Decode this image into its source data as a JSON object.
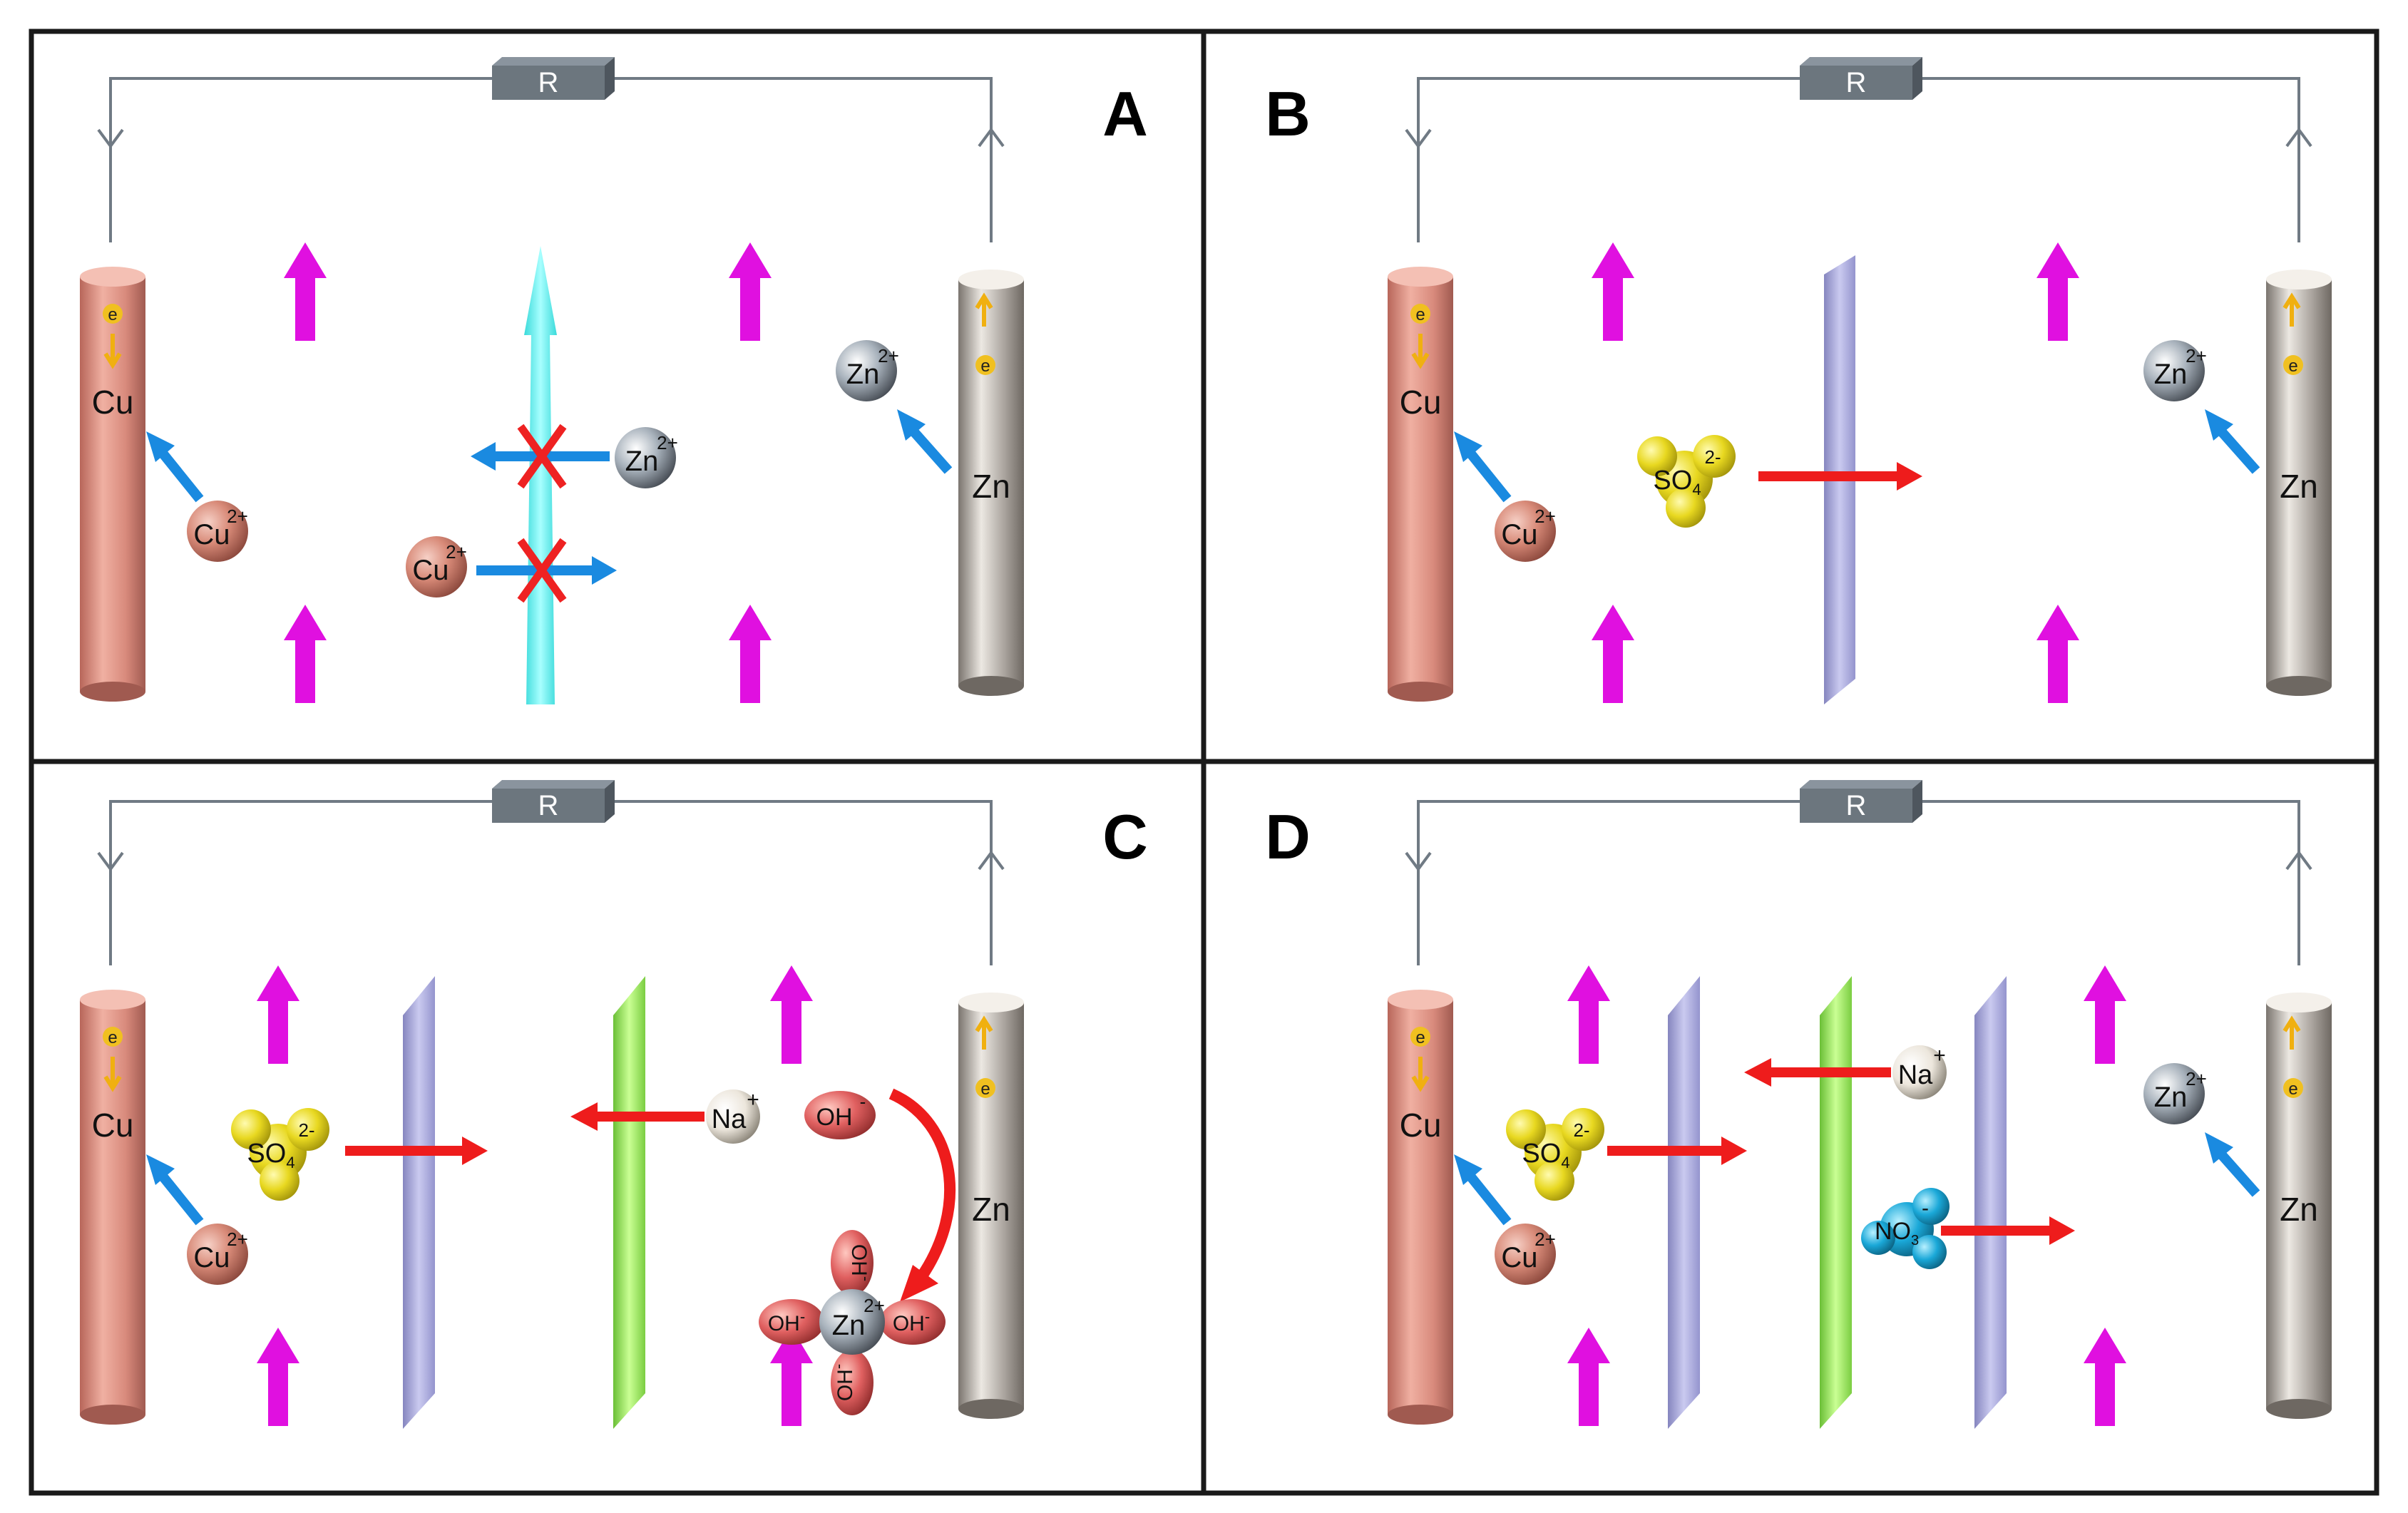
{
  "panels": [
    {
      "id": "A",
      "letter": "A",
      "resistor": "R",
      "cathode": "Cu",
      "anode": "Zn",
      "electron": "e",
      "ions": {
        "cu": "Cu",
        "cu_charge": "2+",
        "zn": "Zn",
        "zn_charge": "2+"
      }
    },
    {
      "id": "B",
      "letter": "B",
      "resistor": "R",
      "cathode": "Cu",
      "anode": "Zn",
      "electron": "e",
      "ions": {
        "cu": "Cu",
        "cu_charge": "2+",
        "zn": "Zn",
        "zn_charge": "2+",
        "so4": "SO",
        "so4_sub": "4",
        "so4_charge": "2-"
      }
    },
    {
      "id": "C",
      "letter": "C",
      "resistor": "R",
      "cathode": "Cu",
      "anode": "Zn",
      "electron": "e",
      "ions": {
        "cu": "Cu",
        "cu_charge": "2+",
        "so4": "SO",
        "so4_sub": "4",
        "so4_charge": "2-",
        "na": "Na",
        "na_charge": "+",
        "oh": "OH",
        "oh_charge": "-",
        "zn_complex": "Zn",
        "zn_complex_charge": "2+"
      }
    },
    {
      "id": "D",
      "letter": "D",
      "resistor": "R",
      "cathode": "Cu",
      "anode": "Zn",
      "electron": "e",
      "ions": {
        "cu": "Cu",
        "cu_charge": "2+",
        "zn": "Zn",
        "zn_charge": "2+",
        "so4": "SO",
        "so4_sub": "4",
        "so4_charge": "2-",
        "na": "Na",
        "na_charge": "+",
        "no3": "NO",
        "no3_sub": "3",
        "no3_charge": "-"
      }
    }
  ],
  "colors": {
    "copper": "#d4857a",
    "zinc": "#b0aaa5",
    "magenta_arrow": "#e010e0",
    "blue_arrow": "#1a8ae0",
    "red_arrow": "#ee1c1c",
    "cyan_membrane": "#66f0f0",
    "blue_membrane": "#a8a8d8",
    "green_membrane": "#8ee04a",
    "sulfate": "#e8d820",
    "nitrate": "#1aa8d8",
    "hydroxide": "#e06060",
    "electron_marker": "#f0c020"
  }
}
